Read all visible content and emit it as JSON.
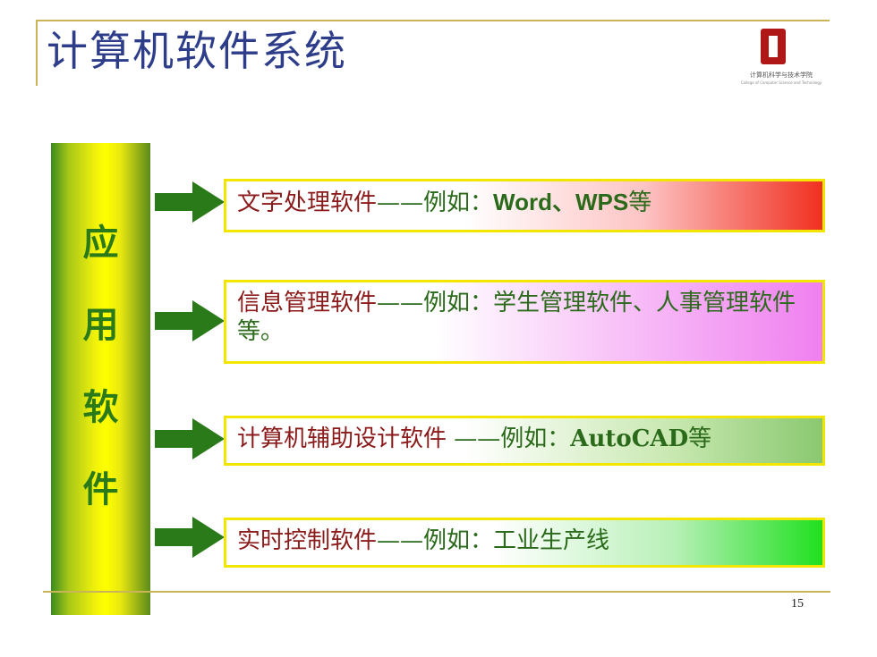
{
  "slide": {
    "title": "计算机软件系统",
    "logo": {
      "text": "计算机科学与技术学院",
      "subtext": "College of Computer Science and Technology"
    },
    "side_label": [
      "应",
      "用",
      "软",
      "件"
    ],
    "items": [
      {
        "main": "文字处理软件",
        "dash": "——",
        "example_prefix": "例如：",
        "example": "Word、WPS",
        "suffix": "等"
      },
      {
        "main": "信息管理软件",
        "dash": "——",
        "example_prefix": "例如：",
        "example": "学生管理软件、人事管理软件等。",
        "suffix": ""
      },
      {
        "main": "计算机辅助设计软件",
        "dash": " ——",
        "example_prefix": "例如：",
        "example": "AutoCAD",
        "suffix": "等"
      },
      {
        "main": "实时控制软件",
        "dash": "——",
        "example_prefix": "例如：",
        "example": "工业生产线",
        "suffix": ""
      }
    ],
    "page_number": "15"
  },
  "colors": {
    "title": "#2d3d8a",
    "accent_line": "#c9b45a",
    "arrow": "#2a7a1a",
    "box_border": "#f2e600",
    "text_dark_red": "#8b1a1a",
    "text_green": "#2a6a1a"
  }
}
